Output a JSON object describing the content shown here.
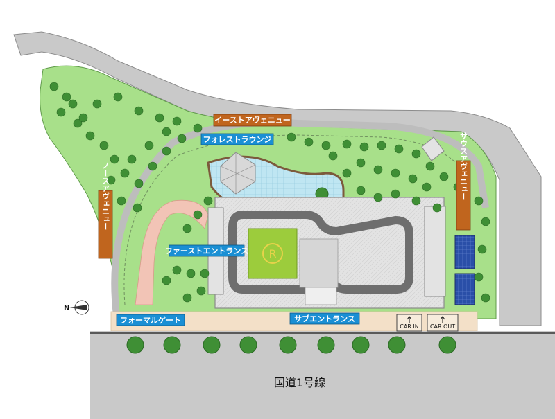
{
  "colors": {
    "road": "#c9c9c9",
    "road_edge": "#8c8c8c",
    "lawn": "#a8e08a",
    "lawn_edge": "#5f9a4a",
    "tree": "#3f8f35",
    "tree_dark": "#2c6a25",
    "building": "#e3e3e3",
    "building_edge": "#8a8a8a",
    "courtyard": "#9ccc3c",
    "water": "#bfe6f2",
    "sidewalk": "#f3e0c8",
    "pink_path": "#f2c4b6",
    "solar": "#2a4fa8",
    "label_orange": "#c0651e",
    "label_blue": "#1a8fd4"
  },
  "labels": {
    "east_avenue": "イーストアヴェニュー",
    "forest_lounge": "フォレストラウンジ",
    "south_avenue": "サウスアヴェニュー",
    "north_avenue": "ノースアヴェニュー",
    "first_entrance": "ファーストエントランス",
    "formal_gate": "フォーマルゲート",
    "sub_entrance": "サブエントランス",
    "car_in": "CAR IN",
    "car_out": "CAR OUT",
    "road_name": "国道1号線",
    "compass_n": "N",
    "courtyard_mark": "R"
  },
  "icons": {
    "compass": "north-compass-icon",
    "car_in_arrow": "arrow-up-icon",
    "car_out_arrow": "arrow-up-icon"
  }
}
